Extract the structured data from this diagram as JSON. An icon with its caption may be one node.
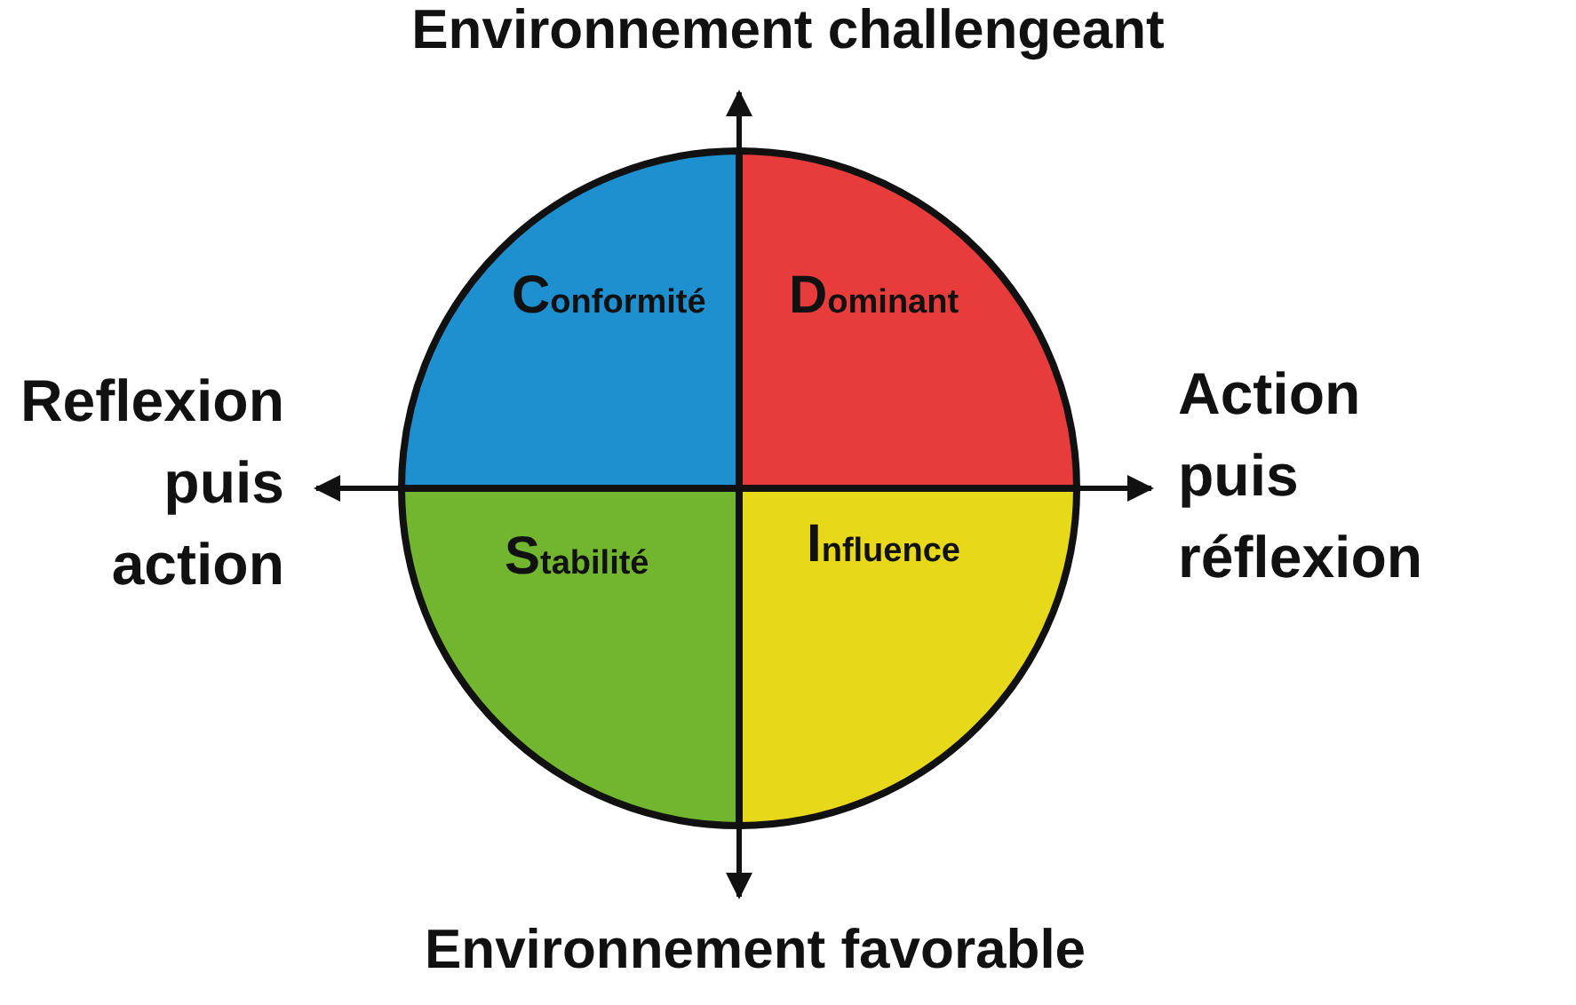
{
  "diagram": {
    "nodes": [
      {
        "text": [
          "Conformité"
        ]
      },
      {
        "text": [
          "Dominant"
        ]
      },
      {
        "text": [
          "Stabilité"
        ]
      },
      {
        "text": [
          "Influence"
        ]
      }
    ],
    "labels": [
      "Environnement challengeant",
      "Reflexion puis action",
      "Action puis réflexion",
      "Environnement favorable"
    ]
  }
}
